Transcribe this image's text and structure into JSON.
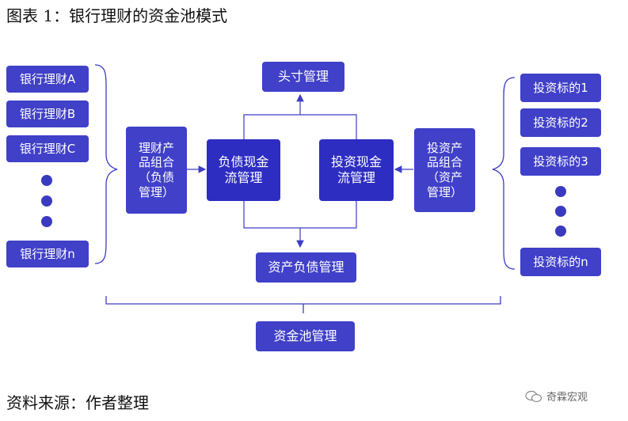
{
  "title": "图表 1：银行理财的资金池模式",
  "source": "资料来源：作者整理",
  "watermark": "奇霖宏观",
  "left_products": [
    "银行理财A",
    "银行理财B",
    "银行理财C",
    "银行理财n"
  ],
  "liability_portfolio": [
    "理财产",
    "品组合",
    "（负债",
    "管理）"
  ],
  "liability_cashflow": [
    "负债现金",
    "流管理"
  ],
  "asset_cashflow": [
    "投资现金",
    "流管理"
  ],
  "asset_portfolio": [
    "投资产",
    "品组合",
    "（资产",
    "管理）"
  ],
  "top_box": "头寸管理",
  "bottom_box": "资产负债管理",
  "pool_box": "资金池管理",
  "right_targets": [
    "投资标的1",
    "投资标的2",
    "投资标的3",
    "投资标的n"
  ],
  "colors": {
    "box": "#4040c8",
    "box_dark": "#2d2dc2",
    "line": "#3d3dc4"
  }
}
